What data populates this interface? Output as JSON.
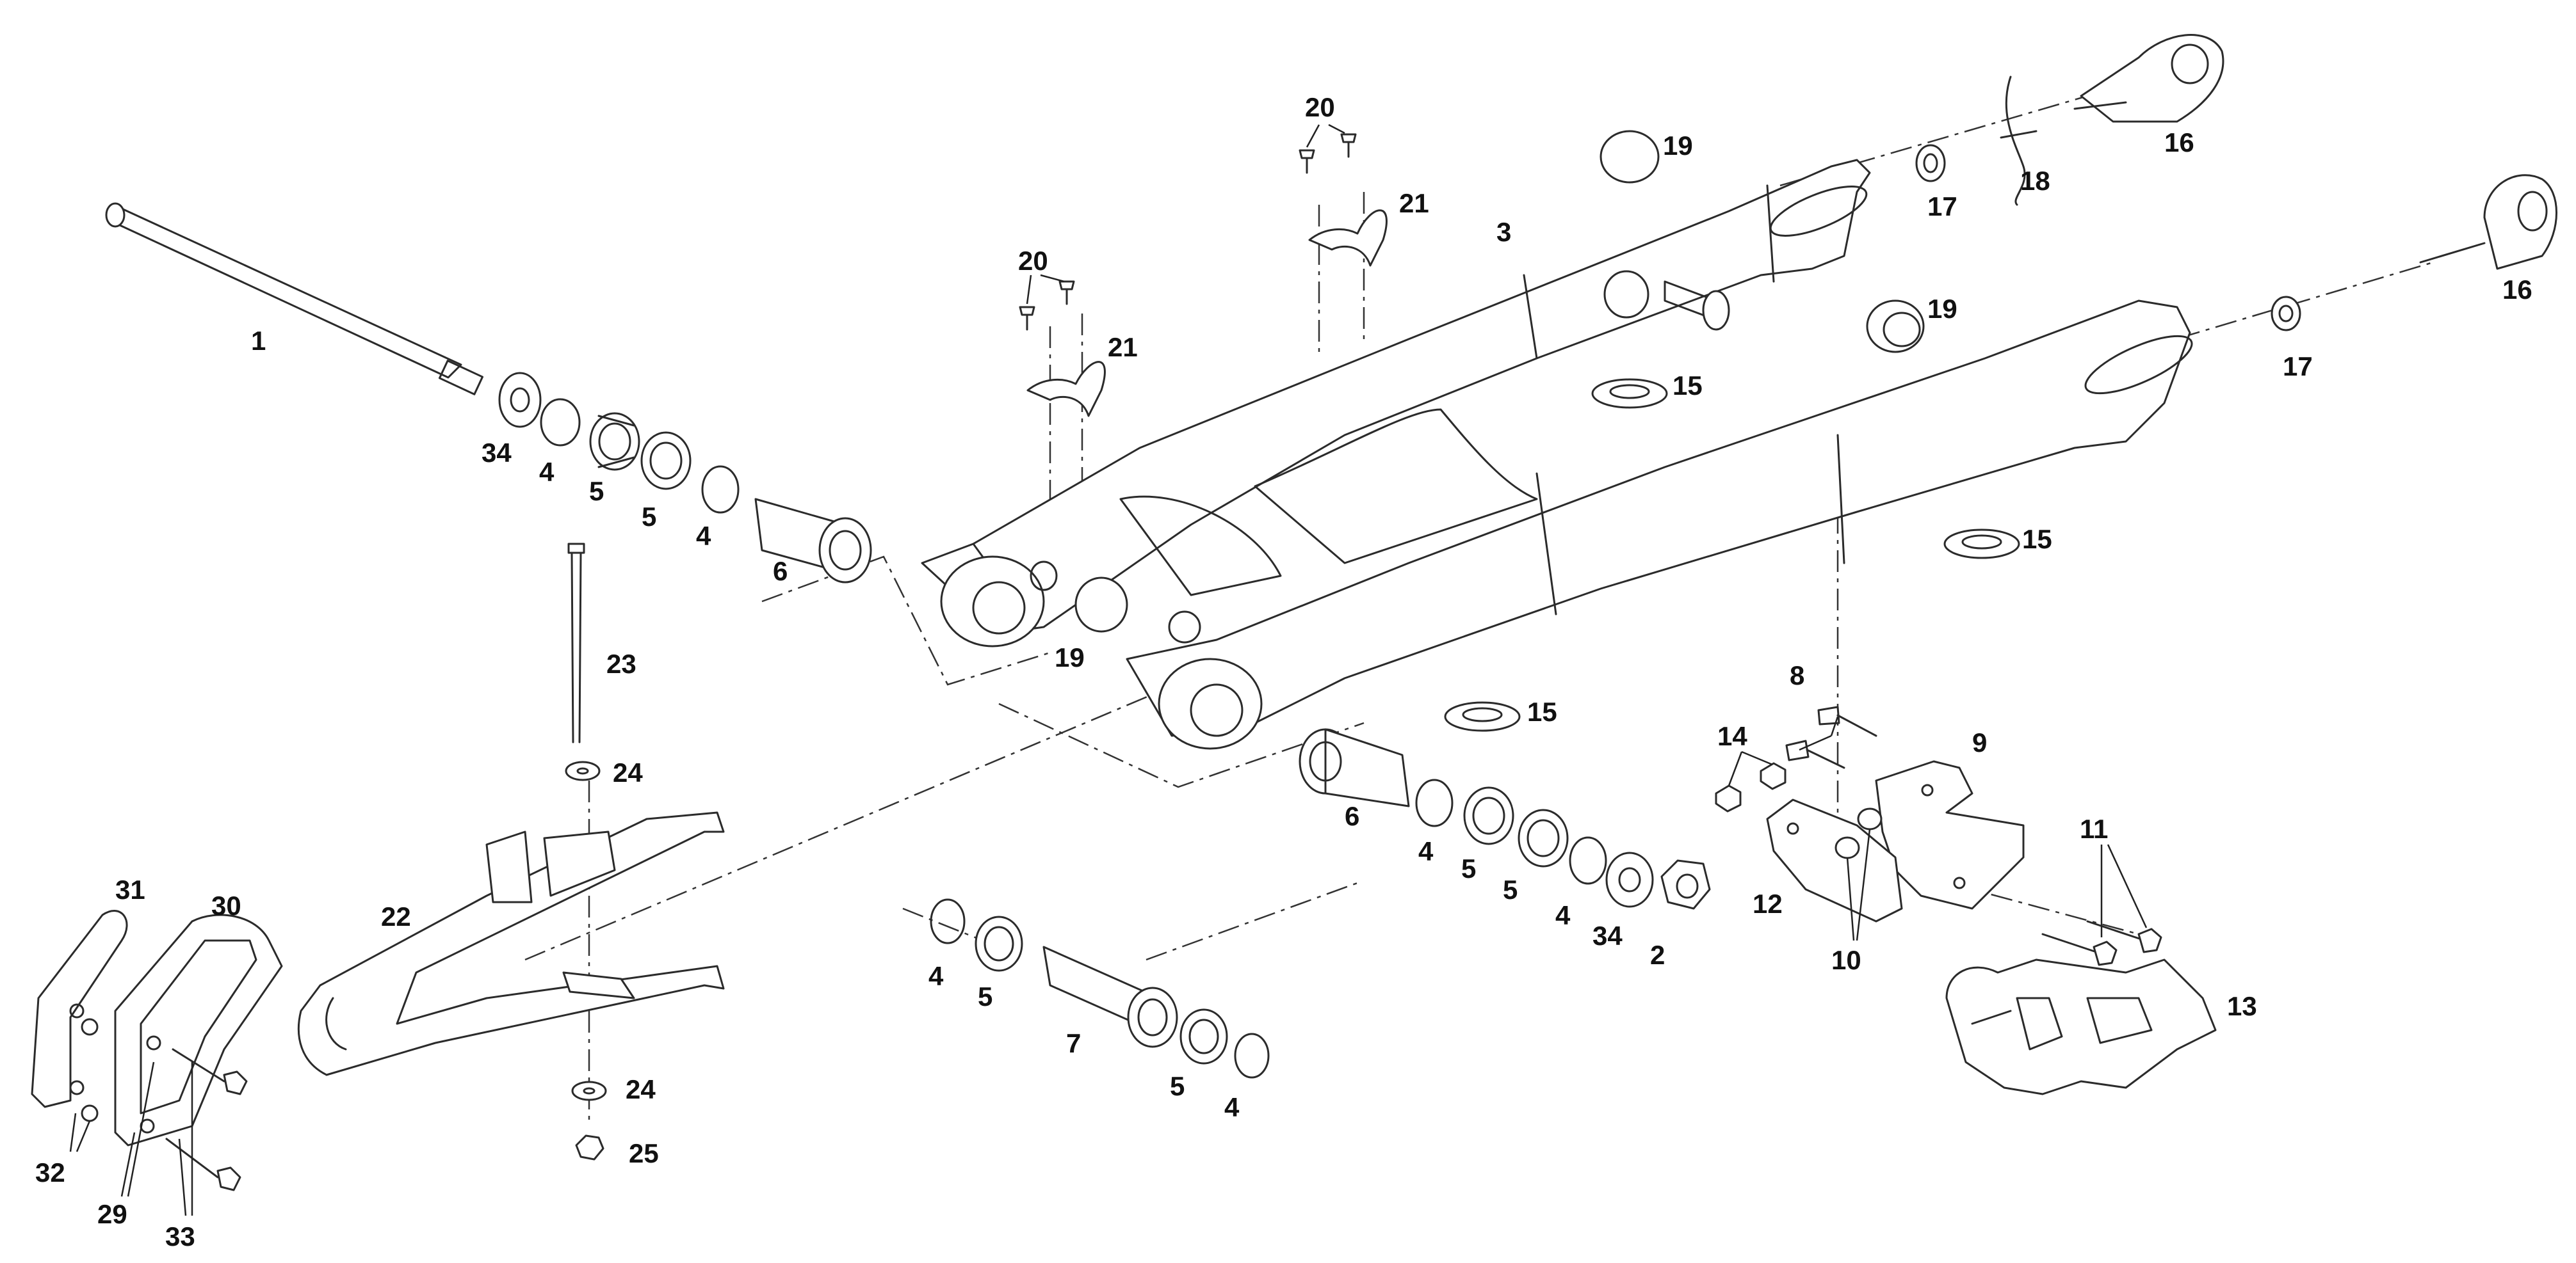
{
  "diagram": {
    "callouts": [
      {
        "id": "c1",
        "label": "1"
      },
      {
        "id": "c2",
        "label": "2"
      },
      {
        "id": "c3",
        "label": "3"
      },
      {
        "id": "c4a",
        "label": "4"
      },
      {
        "id": "c4b",
        "label": "4"
      },
      {
        "id": "c4c",
        "label": "4"
      },
      {
        "id": "c4d",
        "label": "4"
      },
      {
        "id": "c4e",
        "label": "4"
      },
      {
        "id": "c4f",
        "label": "4"
      },
      {
        "id": "c5a",
        "label": "5"
      },
      {
        "id": "c5b",
        "label": "5"
      },
      {
        "id": "c5c",
        "label": "5"
      },
      {
        "id": "c5d",
        "label": "5"
      },
      {
        "id": "c5e",
        "label": "5"
      },
      {
        "id": "c5f",
        "label": "5"
      },
      {
        "id": "c6a",
        "label": "6"
      },
      {
        "id": "c6b",
        "label": "6"
      },
      {
        "id": "c7",
        "label": "7"
      },
      {
        "id": "c8",
        "label": "8"
      },
      {
        "id": "c9",
        "label": "9"
      },
      {
        "id": "c10",
        "label": "10"
      },
      {
        "id": "c11",
        "label": "11"
      },
      {
        "id": "c12",
        "label": "12"
      },
      {
        "id": "c13",
        "label": "13"
      },
      {
        "id": "c14",
        "label": "14"
      },
      {
        "id": "c15a",
        "label": "15"
      },
      {
        "id": "c15b",
        "label": "15"
      },
      {
        "id": "c15c",
        "label": "15"
      },
      {
        "id": "c16a",
        "label": "16"
      },
      {
        "id": "c16b",
        "label": "16"
      },
      {
        "id": "c17a",
        "label": "17"
      },
      {
        "id": "c17b",
        "label": "17"
      },
      {
        "id": "c18",
        "label": "18"
      },
      {
        "id": "c19a",
        "label": "19"
      },
      {
        "id": "c19b",
        "label": "19"
      },
      {
        "id": "c19c",
        "label": "19"
      },
      {
        "id": "c20a",
        "label": "20"
      },
      {
        "id": "c20b",
        "label": "20"
      },
      {
        "id": "c21a",
        "label": "21"
      },
      {
        "id": "c21b",
        "label": "21"
      },
      {
        "id": "c22",
        "label": "22"
      },
      {
        "id": "c23",
        "label": "23"
      },
      {
        "id": "c24a",
        "label": "24"
      },
      {
        "id": "c24b",
        "label": "24"
      },
      {
        "id": "c25",
        "label": "25"
      },
      {
        "id": "c29",
        "label": "29"
      },
      {
        "id": "c30",
        "label": "30"
      },
      {
        "id": "c31",
        "label": "31"
      },
      {
        "id": "c32",
        "label": "32"
      },
      {
        "id": "c33",
        "label": "33"
      },
      {
        "id": "c34a",
        "label": "34"
      },
      {
        "id": "c34b",
        "label": "34"
      }
    ]
  }
}
